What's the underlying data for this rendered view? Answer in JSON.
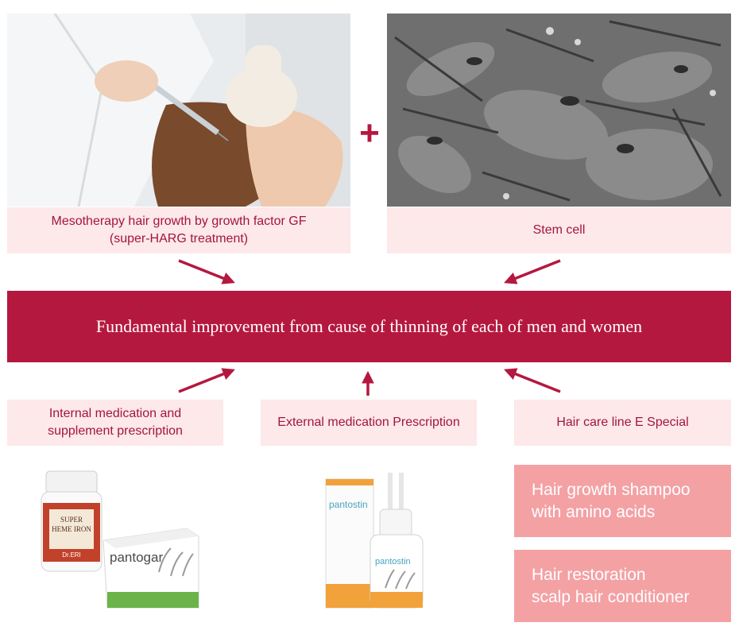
{
  "top": {
    "left_caption_line1": "Mesotherapy hair growth by growth factor GF",
    "left_caption_line2": "(super-HARG treatment)",
    "plus_sign": "+",
    "right_caption": "Stem cell"
  },
  "banner": {
    "text": "Fundamental improvement from cause of thinning of each of men and women"
  },
  "bottom": {
    "internal_line1": "Internal medication and",
    "internal_line2": "supplement prescription",
    "external": "External medication Prescription",
    "haircare": "Hair care line E Special"
  },
  "products": {
    "bottle_label_line1": "SUPER",
    "bottle_label_line2": "HEME IRON",
    "bottle_label_brand": "Dr.ERI",
    "pantogar_box": "pantogar",
    "pantostin_box": "pantostin",
    "pantostin_bottle": "pantostin"
  },
  "haircare_items": [
    {
      "line1": "Hair growth shampoo",
      "line2": "with amino acids"
    },
    {
      "line1": "Hair restoration",
      "line2": "scalp hair conditioner"
    }
  ],
  "colors": {
    "brand_crimson": "#b5183f",
    "caption_pink": "#fde8ea",
    "item_pink": "#f4a1a4"
  }
}
